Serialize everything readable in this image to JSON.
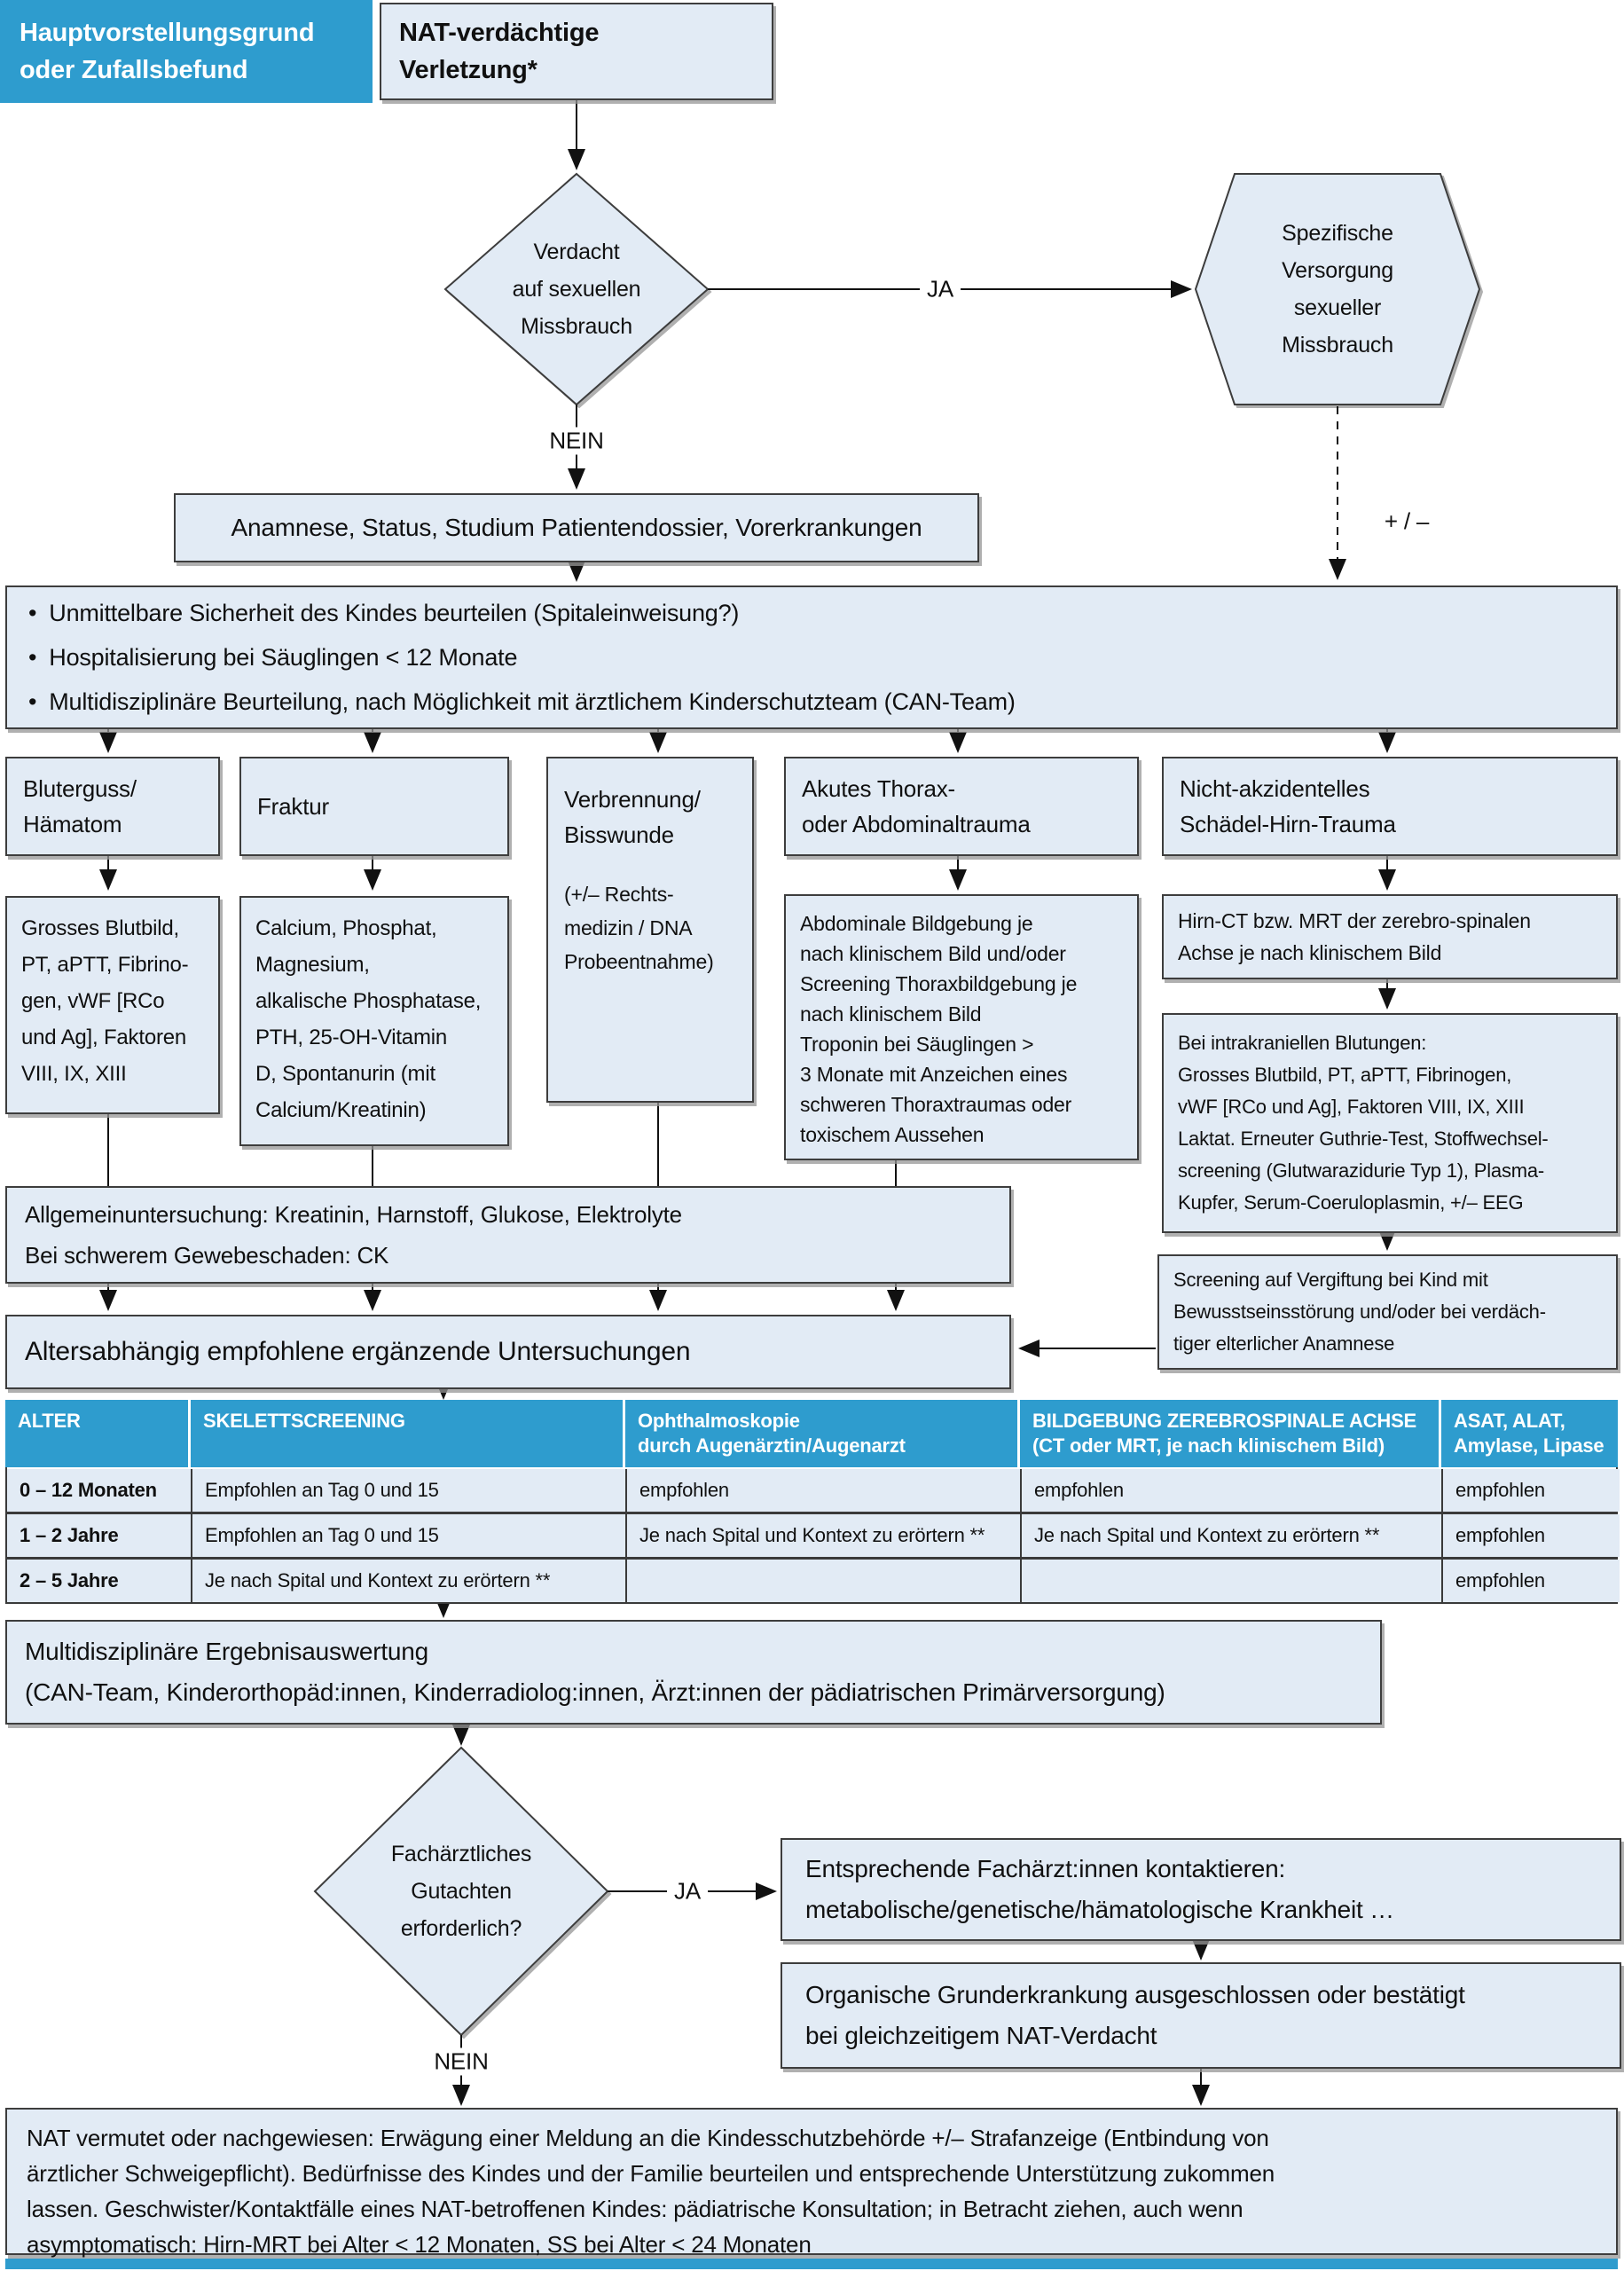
{
  "colors": {
    "header_blue": "#2E9CCE",
    "box_fill": "#E2EBF5",
    "border_dark": "#3D3D3D",
    "bottom_bar_blue": "#2E9CCE"
  },
  "labels": {
    "yes": "JA",
    "no": "NEIN",
    "plus_minus": "+ / –",
    "bullet": "•"
  },
  "header": {
    "category": "Hauptvorstellungsgrund\noder Zufallsbefund",
    "start": "NAT-verdächtige\nVerletzung*"
  },
  "decision1": {
    "text": "Verdacht\nauf sexuellen\nMissbrauch"
  },
  "hexagon": {
    "text": "Spezifische\nVersorgung\nsexueller\nMissbrauch"
  },
  "anamnese": {
    "text": "Anamnese, Status, Studium Patientendossier, Vorerkrankungen"
  },
  "assessment": {
    "bullets": [
      "Unmittelbare Sicherheit des Kindes beurteilen (Spitaleinweisung?)",
      "Hospitalisierung bei Säuglingen < 12 Monate",
      "Multidisziplinäre Beurteilung, nach Möglichkeit mit ärztlichem Kinderschutzteam (CAN-Team)"
    ]
  },
  "columns": [
    {
      "title": "Bluterguss/\nHämatom",
      "detail": "Grosses Blutbild,\nPT, aPTT, Fibrino-\ngen, vWF [RCo\nund Ag], Faktoren\nVIII, IX, XIII"
    },
    {
      "title": "Fraktur",
      "detail": "Calcium, Phosphat,\nMagnesium,\nalkalische Phosphatase,\nPTH, 25-OH-Vitamin\nD, Spontanurin (mit\nCalcium/Kreatinin)"
    },
    {
      "title": "Verbrennung/\nBisswunde",
      "note": "(+/– Rechts-\nmedizin / DNA\nProbeentnahme)"
    },
    {
      "title": "Akutes Thorax-\noder Abdominaltrauma",
      "detail": "Abdominale Bildgebung je\nnach klinischem Bild und/oder\nScreening Thoraxbildgebung je\nnach klinischem Bild\nTroponin bei Säuglingen >\n3 Monate mit Anzeichen eines\nschweren Thoraxtraumas oder\ntoxischem Aussehen"
    },
    {
      "title": "Nicht-akzidentelles\nSchädel-Hirn-Trauma",
      "details": [
        "Hirn-CT bzw. MRT der zerebro-spinalen\nAchse je nach klinischem Bild",
        "Bei intrakraniellen Blutungen:\nGrosses Blutbild, PT, aPTT, Fibrinogen,\nvWF [RCo und Ag], Faktoren VIII, IX, XIII\nLaktat. Erneuter Guthrie-Test, Stoffwechsel-\nscreening (Glutwarazidurie Typ 1), Plasma-\nKupfer, Serum-Coeruloplasmin, +/– EEG",
        "Screening auf Vergiftung bei Kind mit\nBewusstseinsstörung und/oder bei verdäch-\ntiger elterlicher Anamnese"
      ]
    }
  ],
  "general_exam": {
    "text": "Allgemeinuntersuchung: Kreatinin, Harnstoff, Glukose, Elektrolyte\nBei schwerem Gewebeschaden: CK"
  },
  "age_recommend": {
    "text": "Altersabhängig empfohlene ergänzende Untersuchungen"
  },
  "table": {
    "headers": [
      "ALTER",
      "SKELETTSCREENING",
      "Ophthalmoskopie\ndurch Augenärztin/Augenarzt",
      "BILDGEBUNG ZEREBROSPINALE ACHSE\n(CT oder MRT, je nach klinischem Bild)",
      "ASAT, ALAT,\nAmylase, Lipase"
    ],
    "rows": [
      {
        "cells": [
          "0 – 12 Monaten",
          "Empfohlen an Tag 0 und 15",
          "empfohlen",
          "empfohlen",
          "empfohlen"
        ]
      },
      {
        "cells": [
          "1 – 2 Jahre",
          "Empfohlen an Tag 0 und 15",
          "Je nach Spital und Kontext zu erörtern **",
          "Je nach Spital und Kontext zu erörtern **",
          "empfohlen"
        ]
      },
      {
        "cells": [
          "2 – 5 Jahre",
          "Je nach Spital und Kontext zu erörtern **",
          "",
          "",
          "empfohlen"
        ]
      }
    ]
  },
  "multi": {
    "text": "Multidisziplinäre Ergebnisauswertung\n(CAN-Team, Kinderorthopäd:innen, Kinderradiolog:innen, Ärzt:innen der pädiatrischen Primärversorgung)"
  },
  "decision2": {
    "text": "Fachärztliches\nGutachten\nerforderlich?"
  },
  "specialists": {
    "text": "Entsprechende Fachärzt:innen kontaktieren:\nmetabolische/genetische/hämatologische Krankheit …"
  },
  "organic": {
    "text": "Organische Grunderkrankung ausgeschlossen oder bestätigt\nbei gleichzeitigem NAT-Verdacht"
  },
  "final": {
    "text": "NAT vermutet oder nachgewiesen: Erwägung einer Meldung an die Kindesschutzbehörde +/– Strafanzeige (Entbindung von\närztlicher Schweigepflicht). Bedürfnisse des Kindes und der Familie beurteilen und entsprechende Unterstützung zukommen\nlassen. Geschwister/Kontaktfälle eines NAT-betroffenen Kindes: pädiatrische Konsultation; in Betracht ziehen, auch wenn\nasymptomatisch: Hirn-MRT bei Alter < 12 Monaten, SS bei Alter < 24 Monaten"
  }
}
